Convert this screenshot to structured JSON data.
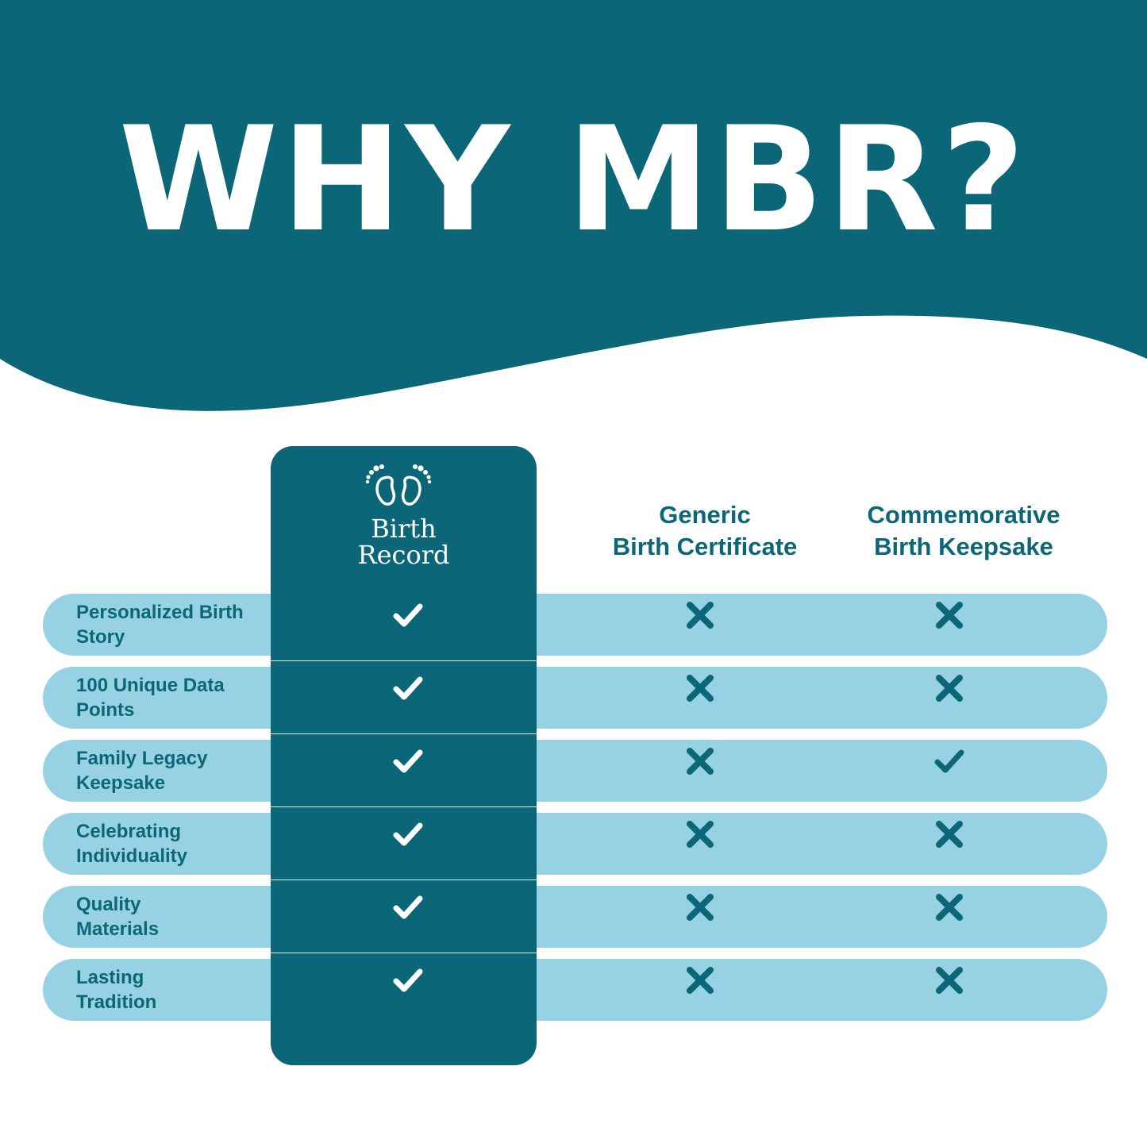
{
  "headline": "WHY MBR?",
  "colors": {
    "teal_dark": "#0b6778",
    "pill_light": "#97d2e4",
    "white": "#ffffff"
  },
  "logo": {
    "icon": "baby-feet-icon",
    "text": "Birth\nRecord"
  },
  "columns": [
    {
      "header": "Generic\nBirth Certificate"
    },
    {
      "header": "Commemorative\nBirth Keepsake"
    }
  ],
  "rows": [
    {
      "label": "Personalized Birth\nStory",
      "mbr": true,
      "generic": false,
      "keepsake": false
    },
    {
      "label": "100 Unique Data\nPoints",
      "mbr": true,
      "generic": false,
      "keepsake": false
    },
    {
      "label": "Family Legacy\nKeepsake",
      "mbr": true,
      "generic": false,
      "keepsake": true
    },
    {
      "label": "Celebrating\nIndividuality",
      "mbr": true,
      "generic": false,
      "keepsake": false
    },
    {
      "label": "Quality\nMaterials",
      "mbr": true,
      "generic": false,
      "keepsake": false
    },
    {
      "label": "Lasting\nTradition",
      "mbr": true,
      "generic": false,
      "keepsake": false
    }
  ]
}
